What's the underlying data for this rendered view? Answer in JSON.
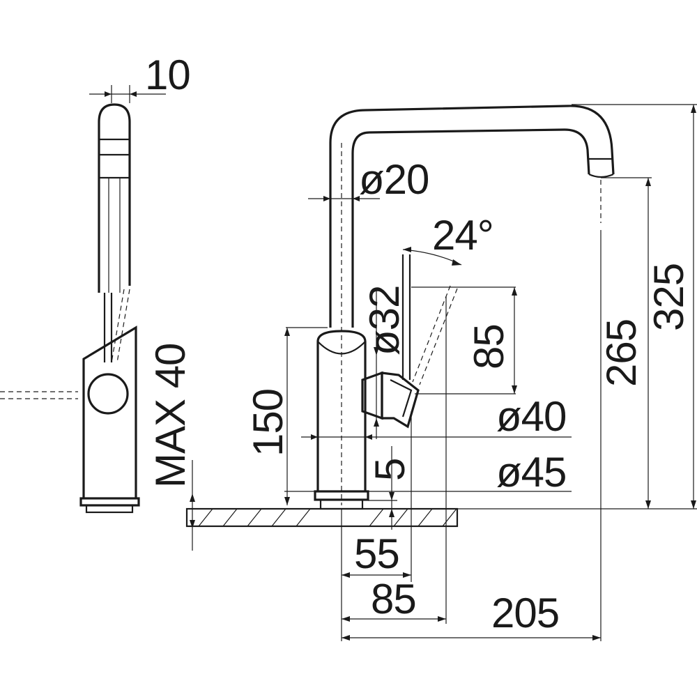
{
  "dimensions": {
    "spout_width": "10",
    "spout_diameter": "ø20",
    "lever_angle": "24°",
    "body_diameter": "ø32",
    "lever_height": "85",
    "base_diameter_small": "ø40",
    "base_diameter_large": "ø45",
    "body_height": "150",
    "base_thickness": "5",
    "max_worktop": "MAX 40",
    "spout_clearance": "265",
    "total_height": "325",
    "base_offset": "55",
    "lever_reach": "85",
    "spout_reach": "205"
  }
}
